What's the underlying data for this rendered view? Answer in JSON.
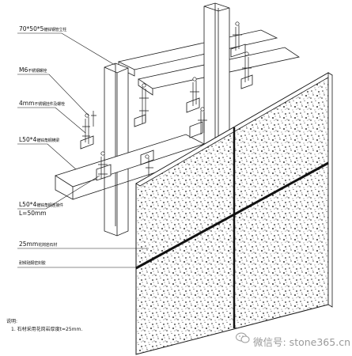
{
  "callouts": [
    {
      "text": "70*50*5",
      "sub": "镀锌钢管立柱"
    },
    {
      "text": "M6",
      "sub": "不锈钢螺栓"
    },
    {
      "text": "4mm",
      "sub": "不锈钢挂件及螺栓"
    },
    {
      "text": "L50*4",
      "sub": "镀锌角钢横梁"
    },
    {
      "text": "L50*4",
      "sub": "镀锌角钢连接件",
      "extra": "L=50mm"
    },
    {
      "text": "25mm",
      "sub": "花岗岩石材"
    },
    {
      "text": "",
      "sub": "耐候硅酮密封胶"
    }
  ],
  "notes": {
    "title": "说明:",
    "line1": "1. 石材采用花岗岩厚度t=25mm."
  },
  "watermark": {
    "text": "微信号: stone365.cn"
  },
  "colors": {
    "line": "#1a1a1a",
    "stone_dot": "#444444",
    "background": "#ffffff"
  }
}
